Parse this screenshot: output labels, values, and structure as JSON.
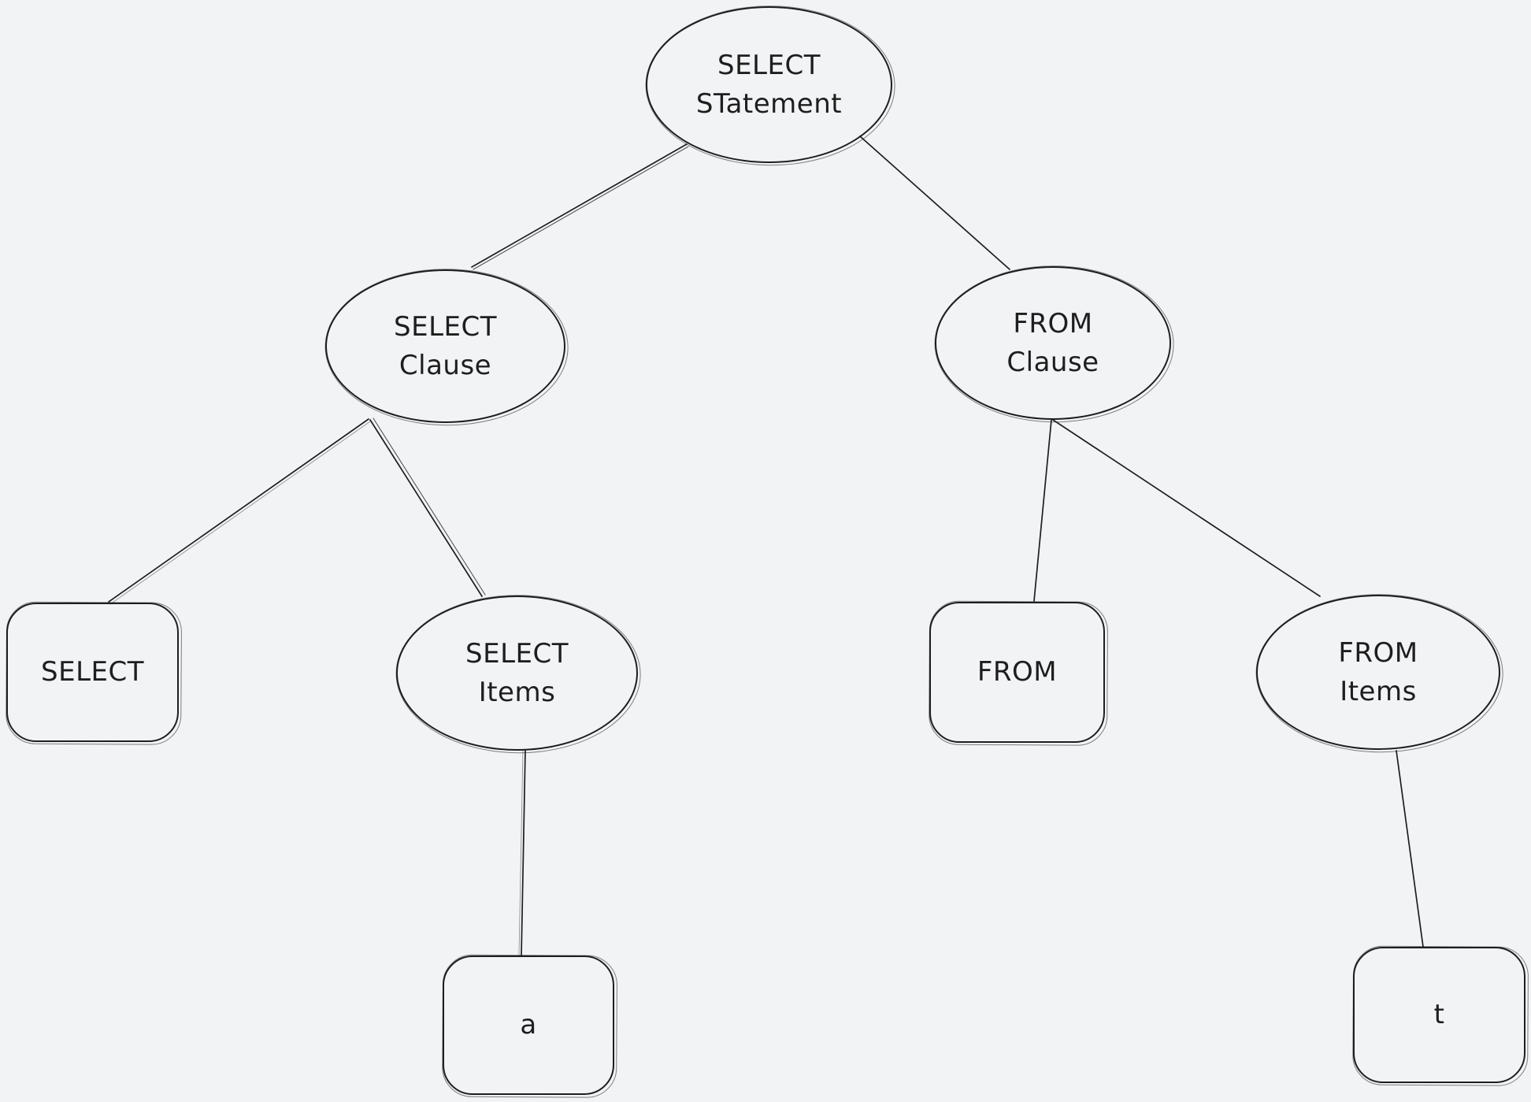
{
  "colors": {
    "background": "#f2f3f5",
    "stroke": "#1e1e1e",
    "text": "#1e1e1e"
  },
  "nodes": [
    {
      "id": "select-statement",
      "shape": "ellipse",
      "label": "SELECT\nSTatement"
    },
    {
      "id": "select-clause",
      "shape": "ellipse",
      "label": "SELECT\nClause"
    },
    {
      "id": "from-clause",
      "shape": "ellipse",
      "label": "FROM\nClause"
    },
    {
      "id": "select-keyword",
      "shape": "rounded-rect",
      "label": "SELECT"
    },
    {
      "id": "select-items",
      "shape": "ellipse",
      "label": "SELECT\nItems"
    },
    {
      "id": "from-keyword",
      "shape": "rounded-rect",
      "label": "FROM"
    },
    {
      "id": "from-items",
      "shape": "ellipse",
      "label": "FROM\nItems"
    },
    {
      "id": "item-a",
      "shape": "rounded-rect",
      "label": "a"
    },
    {
      "id": "item-t",
      "shape": "rounded-rect",
      "label": "t"
    }
  ],
  "edges": [
    {
      "from": "select-statement",
      "to": "select-clause"
    },
    {
      "from": "select-statement",
      "to": "from-clause"
    },
    {
      "from": "select-clause",
      "to": "select-keyword"
    },
    {
      "from": "select-clause",
      "to": "select-items"
    },
    {
      "from": "select-items",
      "to": "item-a"
    },
    {
      "from": "from-clause",
      "to": "from-keyword"
    },
    {
      "from": "from-clause",
      "to": "from-items"
    },
    {
      "from": "from-items",
      "to": "item-t"
    }
  ]
}
